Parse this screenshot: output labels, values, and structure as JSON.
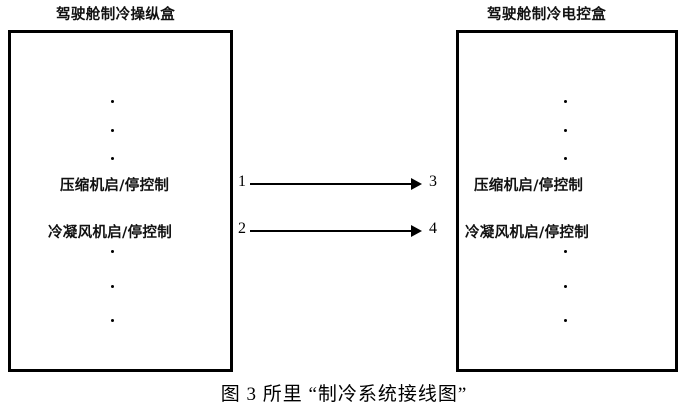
{
  "figure": {
    "caption": "图 3 所里 “制冷系统接线图”",
    "colors": {
      "border": "#000000",
      "text": "#000000",
      "background": "#ffffff"
    }
  },
  "units": {
    "left": {
      "title": "驾驶舱制冷操纵盒",
      "dots_above": [
        "dot",
        "dot",
        "dot"
      ],
      "dots_below": [
        "dot",
        "dot",
        "dot"
      ],
      "signals": [
        {
          "label": "压缩机启/停控制",
          "pin": "1"
        },
        {
          "label": "冷凝风机启/停控制",
          "pin": "2"
        }
      ]
    },
    "right": {
      "title": "驾驶舱制冷电控盒",
      "dots_above": [
        "dot",
        "dot",
        "dot"
      ],
      "dots_below": [
        "dot",
        "dot",
        "dot"
      ],
      "signals": [
        {
          "label": "压缩机启/停控制",
          "pin": "3"
        },
        {
          "label": "冷凝风机启/停控制",
          "pin": "4"
        }
      ]
    }
  },
  "connections": [
    {
      "from_pin": "1",
      "to_pin": "3",
      "direction": "left-to-right"
    },
    {
      "from_pin": "2",
      "to_pin": "4",
      "direction": "left-to-right"
    }
  ]
}
